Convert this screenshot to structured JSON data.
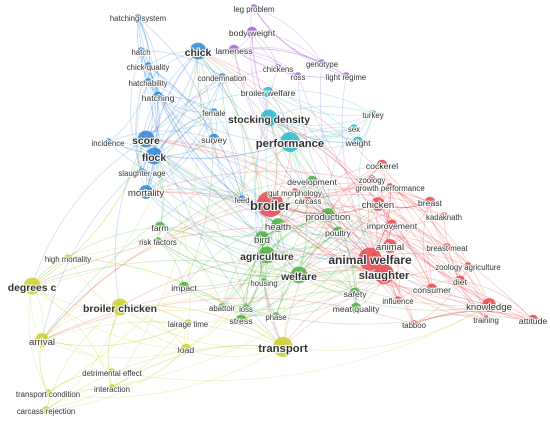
{
  "clusters": {
    "red": "#e8474c",
    "green": "#4caf3f",
    "blue": "#2f86d6",
    "yellow": "#c9d12a",
    "purple": "#a85ad6",
    "cyan": "#27b9c9"
  },
  "nodes": [
    {
      "id": "leg_problem",
      "label": "leg problem",
      "cluster": "purple",
      "weight": 1
    },
    {
      "id": "body_weight",
      "label": "body weight",
      "cluster": "purple",
      "weight": 2
    },
    {
      "id": "hatching_system",
      "label": "hatching system",
      "cluster": "blue",
      "weight": 1
    },
    {
      "id": "chick",
      "label": "chick",
      "cluster": "blue",
      "weight": 4
    },
    {
      "id": "lameness",
      "label": "lameness",
      "cluster": "purple",
      "weight": 2
    },
    {
      "id": "genotype",
      "label": "genotype",
      "cluster": "purple",
      "weight": 1
    },
    {
      "id": "hatch",
      "label": "hatch",
      "cluster": "blue",
      "weight": 1
    },
    {
      "id": "chickens",
      "label": "chickens",
      "cluster": "purple",
      "weight": 1
    },
    {
      "id": "ross",
      "label": "ross",
      "cluster": "purple",
      "weight": 1
    },
    {
      "id": "light_regime",
      "label": "light regime",
      "cluster": "purple",
      "weight": 1
    },
    {
      "id": "chick_quality",
      "label": "chick quality",
      "cluster": "blue",
      "weight": 1
    },
    {
      "id": "condemnation",
      "label": "condemnation",
      "cluster": "blue",
      "weight": 1
    },
    {
      "id": "hatchability",
      "label": "hatchability",
      "cluster": "blue",
      "weight": 1
    },
    {
      "id": "hatching",
      "label": "hatching",
      "cluster": "blue",
      "weight": 2
    },
    {
      "id": "broiler_welfare",
      "label": "broiler welfare",
      "cluster": "cyan",
      "weight": 2
    },
    {
      "id": "female",
      "label": "female",
      "cluster": "blue",
      "weight": 1
    },
    {
      "id": "turkey",
      "label": "turkey",
      "cluster": "cyan",
      "weight": 1
    },
    {
      "id": "stocking_density",
      "label": "stocking density",
      "cluster": "cyan",
      "weight": 4
    },
    {
      "id": "sex",
      "label": "sex",
      "cluster": "cyan",
      "weight": 1
    },
    {
      "id": "score",
      "label": "score",
      "cluster": "blue",
      "weight": 4
    },
    {
      "id": "incidence",
      "label": "incidence",
      "cluster": "blue",
      "weight": 1
    },
    {
      "id": "survey",
      "label": "survey",
      "cluster": "blue",
      "weight": 2
    },
    {
      "id": "performance",
      "label": "performance",
      "cluster": "cyan",
      "weight": 5
    },
    {
      "id": "weight",
      "label": "weight",
      "cluster": "cyan",
      "weight": 2
    },
    {
      "id": "flock",
      "label": "flock",
      "cluster": "blue",
      "weight": 4
    },
    {
      "id": "cockerel",
      "label": "cockerel",
      "cluster": "red",
      "weight": 2
    },
    {
      "id": "slaughter_age",
      "label": "slaughter age",
      "cluster": "blue",
      "weight": 1
    },
    {
      "id": "development",
      "label": "development",
      "cluster": "green",
      "weight": 2
    },
    {
      "id": "zoology",
      "label": "zoology",
      "cluster": "red",
      "weight": 1
    },
    {
      "id": "gut_morphology",
      "label": "gut morphology",
      "cluster": "red",
      "weight": 1
    },
    {
      "id": "growth_performance",
      "label": "growth performance",
      "cluster": "red",
      "weight": 1
    },
    {
      "id": "mortality",
      "label": "mortality",
      "cluster": "blue",
      "weight": 3
    },
    {
      "id": "carcass",
      "label": "carcass",
      "cluster": "red",
      "weight": 1
    },
    {
      "id": "broiler",
      "label": "broiler",
      "cluster": "red",
      "weight": 7
    },
    {
      "id": "feed",
      "label": "feed",
      "cluster": "blue",
      "weight": 1
    },
    {
      "id": "chicken",
      "label": "chicken",
      "cluster": "red",
      "weight": 3
    },
    {
      "id": "breast",
      "label": "breast",
      "cluster": "red",
      "weight": 2
    },
    {
      "id": "kadaknath",
      "label": "kadaknath",
      "cluster": "red",
      "weight": 1
    },
    {
      "id": "production",
      "label": "production",
      "cluster": "green",
      "weight": 3
    },
    {
      "id": "improvement",
      "label": "improvement",
      "cluster": "red",
      "weight": 2
    },
    {
      "id": "farm",
      "label": "farm",
      "cluster": "green",
      "weight": 2
    },
    {
      "id": "health",
      "label": "health",
      "cluster": "green",
      "weight": 3
    },
    {
      "id": "poultry",
      "label": "poultry",
      "cluster": "green",
      "weight": 2
    },
    {
      "id": "bird",
      "label": "bird",
      "cluster": "green",
      "weight": 3
    },
    {
      "id": "risk_factors",
      "label": "risk factors",
      "cluster": "green",
      "weight": 1
    },
    {
      "id": "animal",
      "label": "animal",
      "cluster": "red",
      "weight": 3
    },
    {
      "id": "breast_meat",
      "label": "breast meat",
      "cluster": "red",
      "weight": 1
    },
    {
      "id": "agriculture",
      "label": "agriculture",
      "cluster": "green",
      "weight": 4
    },
    {
      "id": "animal_welfare",
      "label": "animal welfare",
      "cluster": "red",
      "weight": 6
    },
    {
      "id": "high_mortality",
      "label": "high mortality",
      "cluster": "yellow",
      "weight": 1
    },
    {
      "id": "zoology_agriculture",
      "label": "zoology agriculture",
      "cluster": "red",
      "weight": 1
    },
    {
      "id": "welfare",
      "label": "welfare",
      "cluster": "green",
      "weight": 4
    },
    {
      "id": "slaughter",
      "label": "slaughter",
      "cluster": "red",
      "weight": 5
    },
    {
      "id": "degrees_c",
      "label": "degrees c",
      "cluster": "yellow",
      "weight": 4
    },
    {
      "id": "diet",
      "label": "diet",
      "cluster": "red",
      "weight": 2
    },
    {
      "id": "housing",
      "label": "housing",
      "cluster": "green",
      "weight": 1
    },
    {
      "id": "impact",
      "label": "impact",
      "cluster": "green",
      "weight": 2
    },
    {
      "id": "consumer",
      "label": "consumer",
      "cluster": "red",
      "weight": 2
    },
    {
      "id": "safety",
      "label": "safety",
      "cluster": "green",
      "weight": 2
    },
    {
      "id": "broiler_chicken",
      "label": "broiler chicken",
      "cluster": "yellow",
      "weight": 4
    },
    {
      "id": "abattoir",
      "label": "abattoir",
      "cluster": "green",
      "weight": 1
    },
    {
      "id": "loss",
      "label": "loss",
      "cluster": "green",
      "weight": 1
    },
    {
      "id": "influence",
      "label": "influence",
      "cluster": "red",
      "weight": 1
    },
    {
      "id": "knowledge",
      "label": "knowledge",
      "cluster": "red",
      "weight": 3
    },
    {
      "id": "meat_quality",
      "label": "meat quality",
      "cluster": "green",
      "weight": 2
    },
    {
      "id": "stress",
      "label": "stress",
      "cluster": "green",
      "weight": 2
    },
    {
      "id": "lairage_time",
      "label": "lairage time",
      "cluster": "yellow",
      "weight": 1
    },
    {
      "id": "training",
      "label": "training",
      "cluster": "red",
      "weight": 1
    },
    {
      "id": "attitude",
      "label": "attitude",
      "cluster": "red",
      "weight": 2
    },
    {
      "id": "phase",
      "label": "phase",
      "cluster": "green",
      "weight": 1
    },
    {
      "id": "arrival",
      "label": "arrival",
      "cluster": "yellow",
      "weight": 3
    },
    {
      "id": "taboo",
      "label": "tabboo",
      "cluster": "red",
      "weight": 1
    },
    {
      "id": "load",
      "label": "load",
      "cluster": "yellow",
      "weight": 2
    },
    {
      "id": "transport",
      "label": "transport",
      "cluster": "yellow",
      "weight": 5
    },
    {
      "id": "detrimental_effect",
      "label": "detrimental effect",
      "cluster": "yellow",
      "weight": 1
    },
    {
      "id": "interaction",
      "label": "interaction",
      "cluster": "yellow",
      "weight": 1
    },
    {
      "id": "transport_condition",
      "label": "transport condition",
      "cluster": "yellow",
      "weight": 1
    },
    {
      "id": "carcass_rejection",
      "label": "carcass rejection",
      "cluster": "yellow",
      "weight": 1
    }
  ]
}
